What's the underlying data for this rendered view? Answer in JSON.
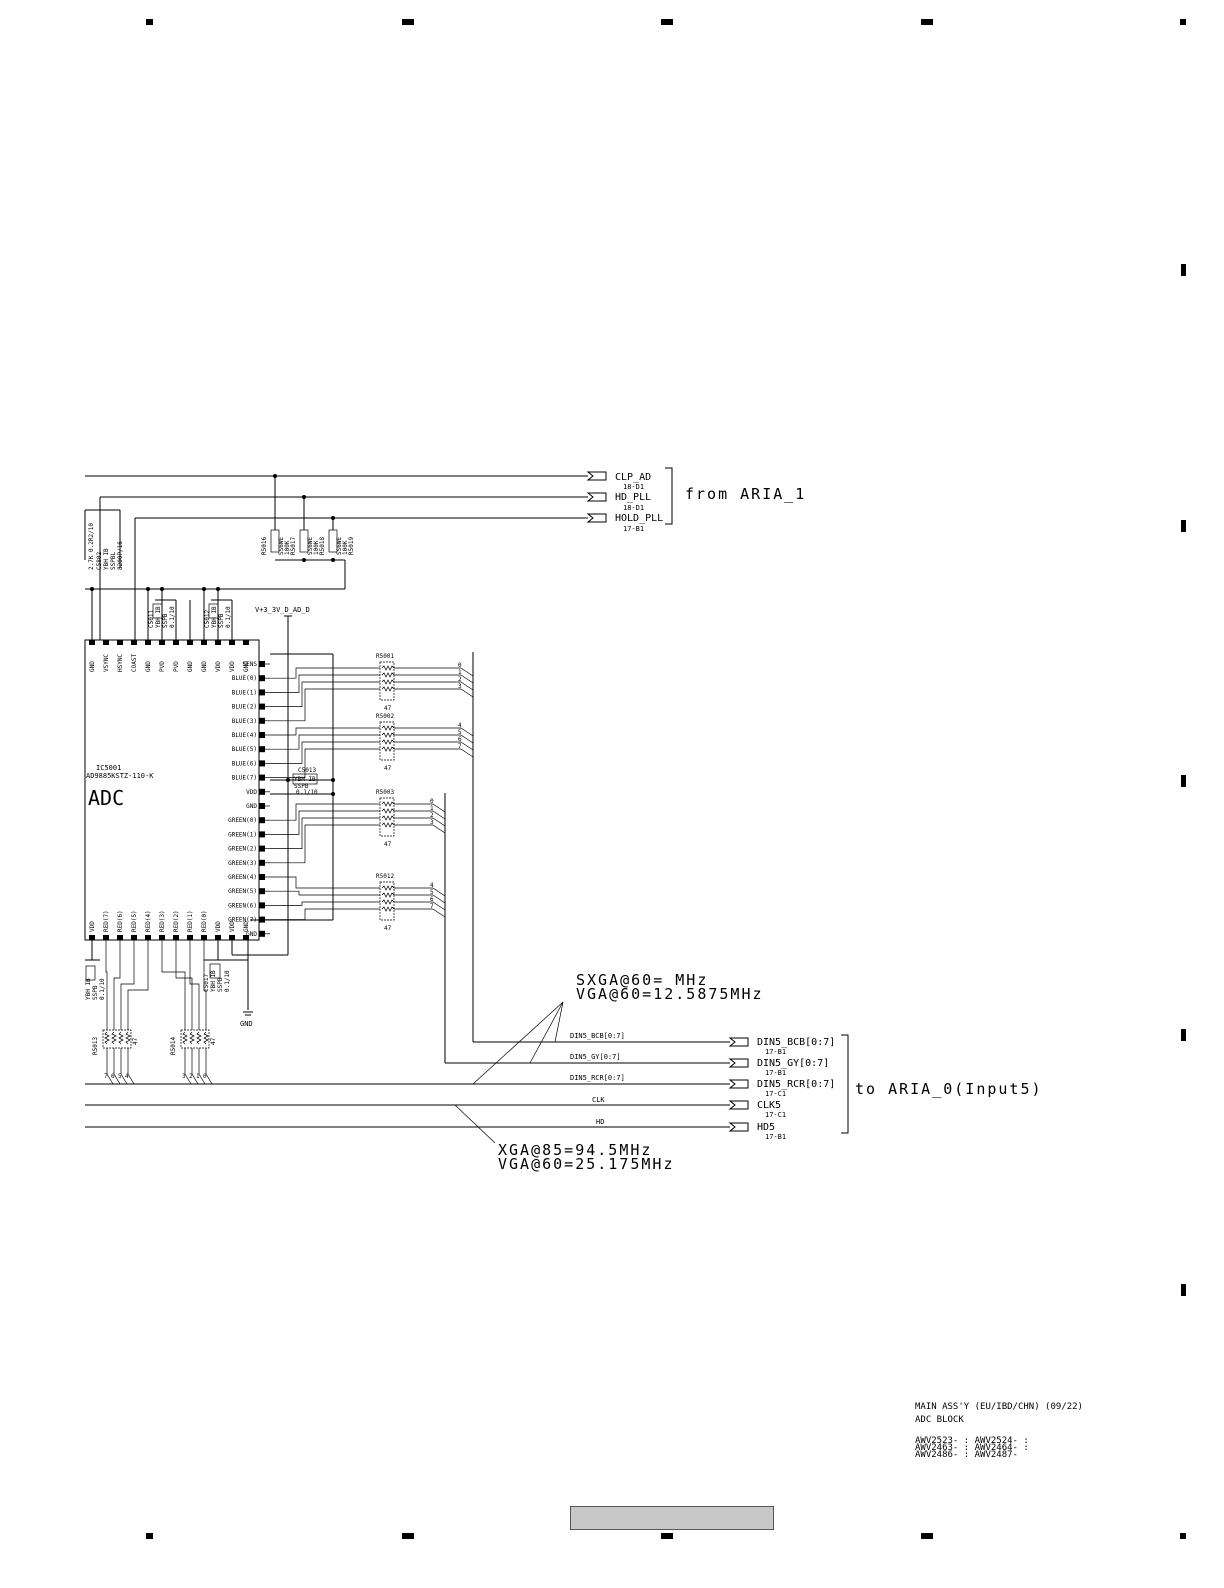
{
  "inputs": [
    {
      "label": "CLP_AD",
      "ref": "18-D1"
    },
    {
      "label": "HD_PLL",
      "ref": "18-D1"
    },
    {
      "label": "HOLD_PLL",
      "ref": "17-B1"
    }
  ],
  "from_label": "from ARIA_1",
  "top_left_parts": [
    "2.7K 0.2R2/10",
    "C5802",
    "YBH IB",
    "SSPBL",
    "8200P/16"
  ],
  "pullups": [
    "R5016",
    "R5017",
    "R5018",
    "R5019"
  ],
  "pullup_spec": [
    "SS6WE",
    "100K"
  ],
  "supply_label": "V+3_3V_D_AD_D",
  "caps": {
    "c5011": [
      "C5011",
      "YBH IB",
      "SSPB",
      "0.1/10"
    ],
    "c5012": [
      "C5012",
      "YBH IB",
      "SSPB",
      "0.1/10"
    ],
    "c5013": [
      "C5013",
      "YBH IB",
      "SSPB",
      "0.1/10"
    ],
    "c5017": [
      "C5017",
      "YBH IB",
      "SSPB",
      "0.1/10"
    ],
    "c_left": [
      "YBH IB",
      "SSPB",
      "0.1/10"
    ]
  },
  "ic": {
    "ref": "IC5001",
    "part": "AD9885KSTZ-110-K",
    "name": "ADC"
  },
  "top_pins": [
    "GND",
    "VSYNC",
    "HSYNC",
    "COAST",
    "GND",
    "PVD",
    "PVD",
    "GND",
    "GND",
    "VDD",
    "VDD",
    "GND"
  ],
  "right_pins": [
    "SENS",
    "BLUE(0)",
    "BLUE(1)",
    "BLUE(2)",
    "BLUE(3)",
    "BLUE(4)",
    "BLUE(5)",
    "BLUE(6)",
    "BLUE(7)",
    "VDD",
    "GND",
    "GREEN(0)",
    "GREEN(1)",
    "GREEN(2)",
    "GREEN(3)",
    "GREEN(4)",
    "GREEN(5)",
    "GREEN(6)",
    "GREEN(7)",
    "GND"
  ],
  "bottom_pins": [
    "VDD",
    "RED(7)",
    "RED(6)",
    "RED(5)",
    "RED(4)",
    "RED(3)",
    "RED(2)",
    "RED(1)",
    "RED(0)",
    "VDD",
    "VDD",
    "GND"
  ],
  "resistor_arrays": [
    {
      "ref": "R5001",
      "value": "47",
      "bits": [
        "0",
        "1",
        "2",
        "3"
      ]
    },
    {
      "ref": "R5002",
      "value": "47",
      "bits": [
        "4",
        "5",
        "6",
        "7"
      ]
    },
    {
      "ref": "R5003",
      "value": "47",
      "bits": [
        "0",
        "1",
        "2",
        "3"
      ]
    },
    {
      "ref": "R5012",
      "value": "47",
      "bits": [
        "4",
        "5",
        "6",
        "7"
      ]
    },
    {
      "ref": "R5013",
      "value": "47",
      "bits": [
        "7",
        "6",
        "5",
        "4"
      ]
    },
    {
      "ref": "R5014",
      "value": "47",
      "bits": [
        "3",
        "2",
        "1",
        "0"
      ]
    }
  ],
  "gnd_label": "GND",
  "sxga_note": [
    "SXGA@60=      MHz",
    "VGA@60=12.5875MHz"
  ],
  "xga_note": [
    "XGA@85=94.5MHz",
    "VGA@60=25.175MHz"
  ],
  "buses": [
    {
      "name": "DIN5_BCB[0:7]",
      "out": "DIN5_BCB[0:7]",
      "ref": "17-B1"
    },
    {
      "name": "DIN5_GY[0:7]",
      "out": "DIN5_GY[0:7]",
      "ref": "17-B1"
    },
    {
      "name": "DIN5_RCR[0:7]",
      "out": "DIN5_RCR[0:7]",
      "ref": "17-C1"
    },
    {
      "name": "CLK",
      "out": "CLK5",
      "ref": "17-C1"
    },
    {
      "name": "HD",
      "out": "HD5",
      "ref": "17-B1"
    }
  ],
  "to_label": "to ARIA_0(Input5)",
  "title_block": {
    "line1": "MAIN ASS'Y (EU/IBD/CHN) (09/22)",
    "line2": "ADC BLOCK",
    "line3": "AWV2523- : AWV2524- :",
    "line4": "AWV2463- : AWV2464- :",
    "line5": "AWV2486- : AWV2487-"
  }
}
